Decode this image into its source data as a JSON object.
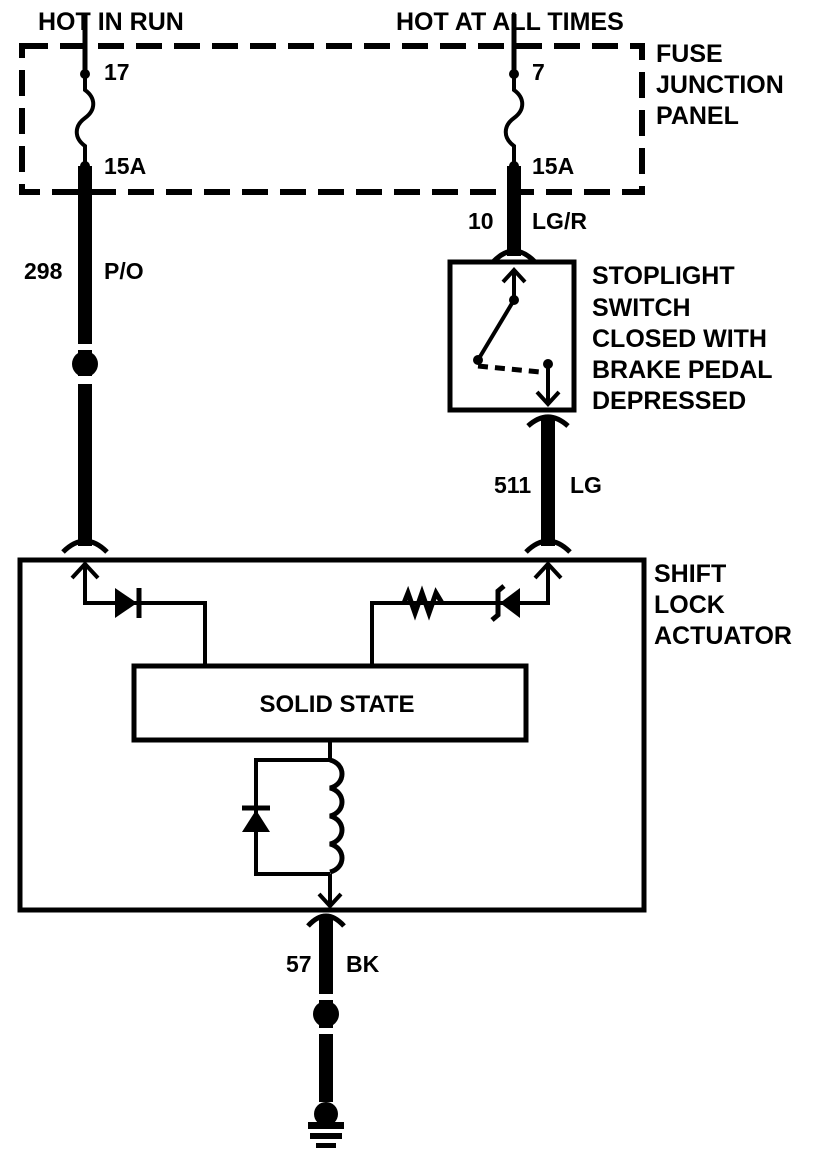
{
  "supply": {
    "left": "HOT IN RUN",
    "right": "HOT AT ALL TIMES"
  },
  "fuse_panel": {
    "lines": [
      "FUSE",
      "JUNCTION",
      "PANEL"
    ],
    "left_fuse": {
      "number": "17",
      "rating": "15A"
    },
    "right_fuse": {
      "number": "7",
      "rating": "15A"
    }
  },
  "wires": {
    "left_feed": {
      "circuit": "298",
      "color": "P/O"
    },
    "right_feed": {
      "circuit": "10",
      "color": "LG/R"
    },
    "switch_out": {
      "circuit": "511",
      "color": "LG"
    },
    "ground": {
      "circuit": "57",
      "color": "BK"
    }
  },
  "stoplight_switch": {
    "lines": [
      "STOPLIGHT",
      "SWITCH",
      "CLOSED WITH",
      "BRAKE PEDAL",
      "DEPRESSED"
    ]
  },
  "actuator": {
    "lines": [
      "SHIFT",
      "LOCK",
      "ACTUATOR"
    ],
    "module_label": "SOLID STATE"
  }
}
